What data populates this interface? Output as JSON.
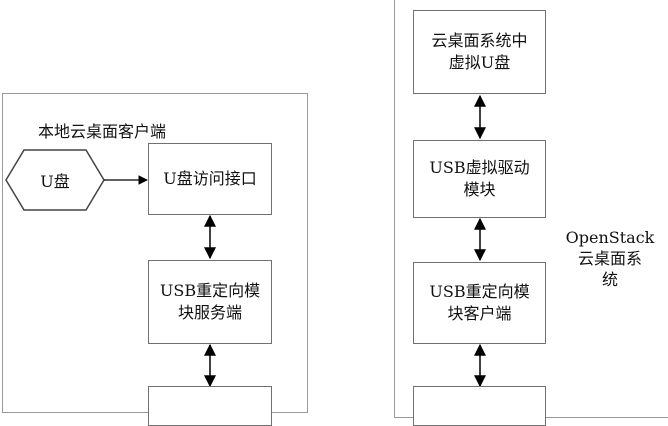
{
  "left_panel": {
    "title": "本地云桌面客户端",
    "usb_drive": "U盘",
    "boxes": [
      {
        "line1": "U盘访问接口",
        "line2": ""
      },
      {
        "line1": "USB重定向模",
        "line2": "块服务端"
      }
    ]
  },
  "right_panel": {
    "title_line1": "OpenStack",
    "title_line2": "云桌面系",
    "title_line3": "统",
    "boxes": [
      {
        "line1": "云桌面系统中",
        "line2": "虚拟U盘"
      },
      {
        "line1": "USB虚拟驱动",
        "line2": "模块"
      },
      {
        "line1": "USB重定向模",
        "line2": "块客户端"
      }
    ]
  },
  "colors": {
    "border": "#707070",
    "container_border": "#9a9a9a",
    "arrow": "#000000"
  }
}
